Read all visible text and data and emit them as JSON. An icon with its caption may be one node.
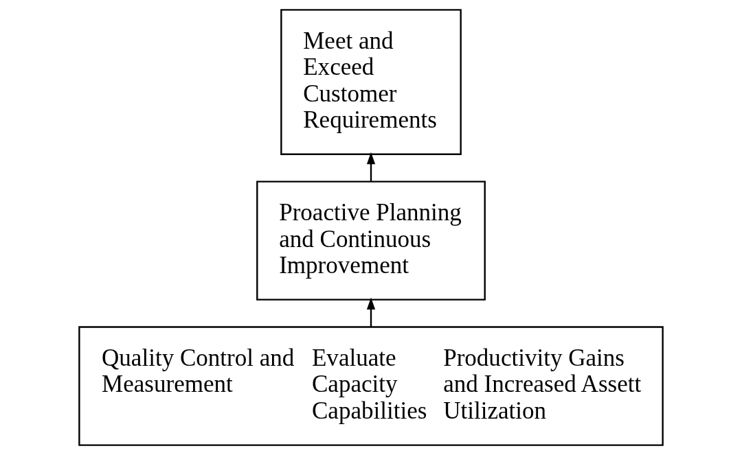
{
  "diagram": {
    "nodes": [
      {
        "text": [
          "Meet and Exceed Customer Requirements"
        ]
      },
      {
        "text": [
          "Proactive Planning and Continuous Improvement"
        ]
      },
      {
        "text": [
          "Quality Control and Measurement",
          "Evaluate Capacity Capabilities",
          "Productivity Gains and Increased Assett Utilization"
        ]
      }
    ],
    "edges": [
      {
        "from": 2,
        "to": 1,
        "arrow": "to"
      },
      {
        "from": 1,
        "to": 0,
        "arrow": "to"
      }
    ]
  }
}
